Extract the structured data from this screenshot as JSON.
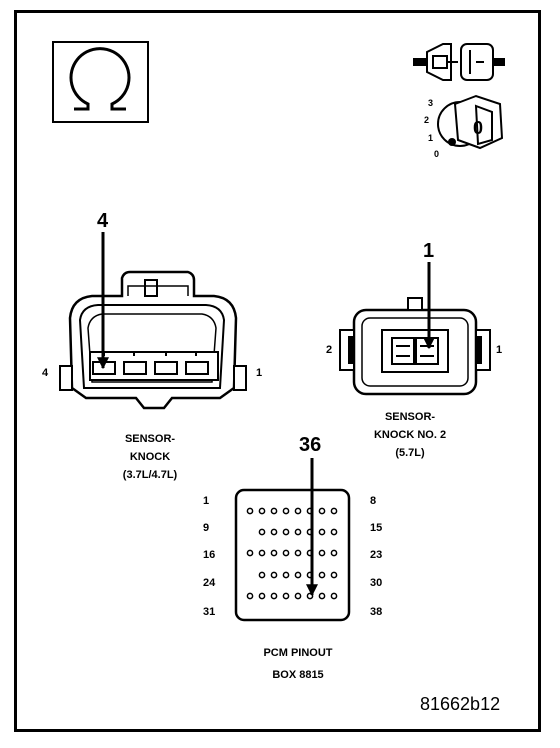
{
  "symbols": {
    "ohm_meter": "ohm-symbol",
    "connector_probe": "connector-probe-icon",
    "ignition_switch": "ignition-switch-icon",
    "ignition_positions": [
      "3",
      "2",
      "1",
      "0"
    ],
    "ignition_key_label": "0"
  },
  "knock_sensor": {
    "callout": "4",
    "pin_left": "4",
    "pin_right": "1",
    "label_lines": [
      "SENSOR-",
      "KNOCK",
      "(3.7L/4.7L)"
    ]
  },
  "knock_sensor_2": {
    "callout": "1",
    "pin_left": "2",
    "pin_right": "1",
    "label_lines": [
      "SENSOR-",
      "KNOCK NO. 2",
      "(5.7L)"
    ]
  },
  "pcm": {
    "callout": "36",
    "row_start_pins": [
      "1",
      "9",
      "16",
      "24",
      "31"
    ],
    "row_end_pins": [
      "8",
      "15",
      "23",
      "30",
      "38"
    ],
    "label_lines": [
      "PCM PINOUT",
      "BOX 8815"
    ]
  },
  "figure_id": "81662b12"
}
